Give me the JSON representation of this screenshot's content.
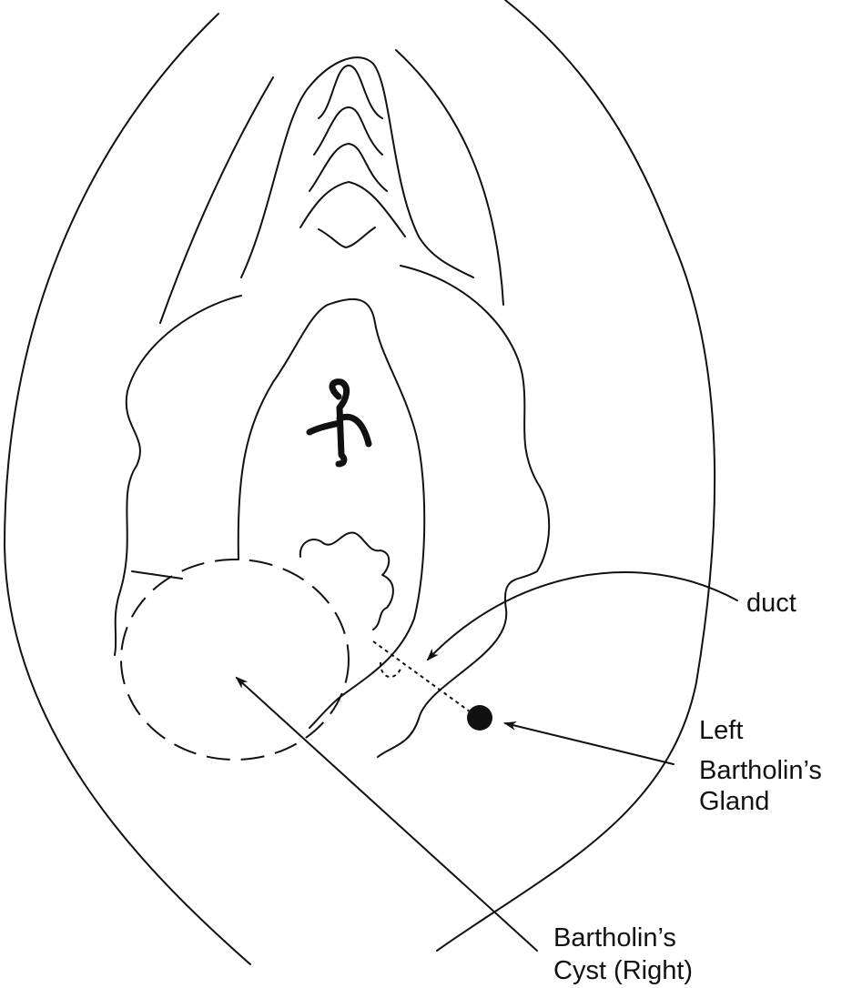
{
  "labels": {
    "duct": "duct",
    "gland_line1": "Left",
    "gland_line2": "Bartholin’s",
    "gland_line3": "Gland",
    "cyst_line1": "Bartholin’s",
    "cyst_line2": "Cyst (Right)"
  },
  "colors": {
    "stroke": "#111111",
    "background": "#ffffff"
  }
}
